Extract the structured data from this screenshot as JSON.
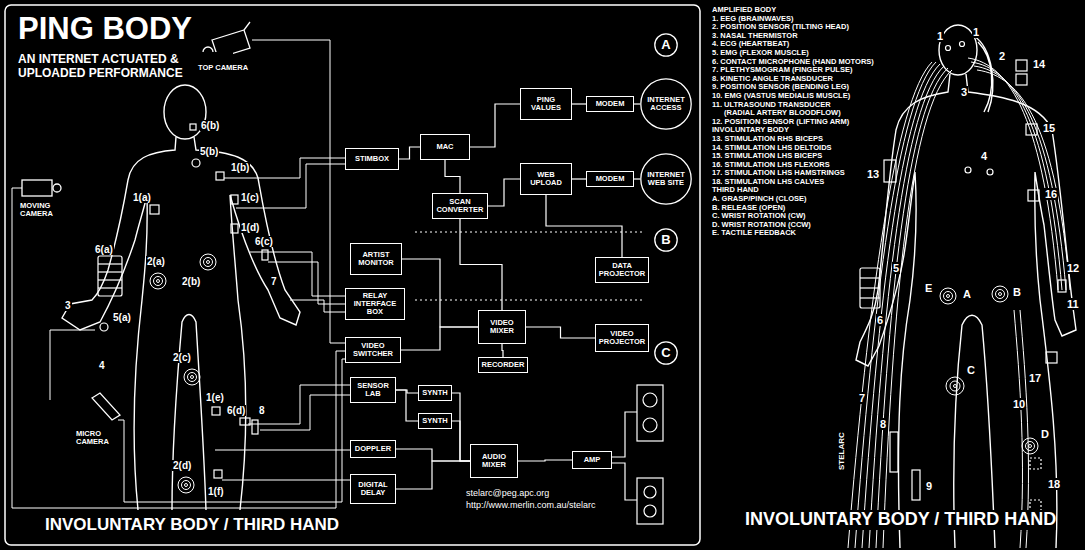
{
  "diagram": {
    "title": "PING BODY",
    "nodes": [
      {
        "text": [
          "A"
        ]
      },
      {
        "text": [
          "STIMBOX"
        ]
      },
      {
        "text": [
          "MAC"
        ]
      },
      {
        "text": [
          "PING VALUES"
        ]
      },
      {
        "text": [
          "MODEM"
        ]
      },
      {
        "text": [
          "INTERNET ACCESS"
        ]
      },
      {
        "text": [
          "SCAN CONVERTER"
        ]
      },
      {
        "text": [
          "WEB UPLOAD"
        ]
      },
      {
        "text": [
          "MODEM"
        ]
      },
      {
        "text": [
          "INTERNET WEB SITE"
        ]
      },
      {
        "text": [
          "B"
        ]
      },
      {
        "text": [
          "ARTIST MONITOR"
        ]
      },
      {
        "text": [
          "DATA PROJECTOR"
        ]
      },
      {
        "text": [
          "RELAY INTERFACE BOX"
        ]
      },
      {
        "text": [
          "VIDEO MIXER"
        ]
      },
      {
        "text": [
          "VIDEO SWITCHER"
        ]
      },
      {
        "text": [
          "RECORDER"
        ]
      },
      {
        "text": [
          "VIDEO PROJECTOR"
        ]
      },
      {
        "text": [
          "C"
        ]
      },
      {
        "text": [
          "SENSOR LAB"
        ]
      },
      {
        "text": [
          "SYNTH"
        ]
      },
      {
        "text": [
          "SYNTH"
        ]
      },
      {
        "text": [
          "DOPPLER"
        ]
      },
      {
        "text": [
          "AUDIO MIXER"
        ]
      },
      {
        "text": [
          "AMP"
        ]
      },
      {
        "text": [
          "DIGITAL DELAY"
        ]
      }
    ],
    "edges": [
      {
        "from": 1,
        "to": 2,
        "arrow": "none"
      },
      {
        "from": 2,
        "to": 3,
        "arrow": "none"
      },
      {
        "from": 3,
        "to": 4,
        "arrow": "none"
      },
      {
        "from": 4,
        "to": 5,
        "arrow": "none"
      },
      {
        "from": 2,
        "to": 6,
        "arrow": "none"
      },
      {
        "from": 6,
        "to": 7,
        "arrow": "none"
      },
      {
        "from": 7,
        "to": 8,
        "arrow": "none"
      },
      {
        "from": 8,
        "to": 9,
        "arrow": "none"
      },
      {
        "from": 6,
        "to": 14,
        "arrow": "none"
      },
      {
        "from": 7,
        "to": 12,
        "arrow": "none"
      },
      {
        "from": 14,
        "to": 11,
        "arrow": "none"
      },
      {
        "from": 15,
        "to": 14,
        "arrow": "none"
      },
      {
        "from": 14,
        "to": 16,
        "arrow": "none"
      },
      {
        "from": 14,
        "to": 17,
        "arrow": "none"
      },
      {
        "from": 19,
        "to": 20,
        "arrow": "none"
      },
      {
        "from": 19,
        "to": 21,
        "arrow": "none"
      },
      {
        "from": 20,
        "to": 23,
        "arrow": "none"
      },
      {
        "from": 21,
        "to": 23,
        "arrow": "none"
      },
      {
        "from": 22,
        "to": 23,
        "arrow": "none"
      },
      {
        "from": 25,
        "to": 23,
        "arrow": "none"
      },
      {
        "from": 23,
        "to": 24,
        "arrow": "none"
      }
    ],
    "labels": [
      "AN INTERNET ACTUATED & UPLOADED PERFORMANCE",
      "TOP CAMERA",
      "MOVING CAMERA",
      "MICRO CAMERA",
      "6(b)",
      "5(b)",
      "1(b)",
      "1(a)",
      "1(c)",
      "1(d)",
      "6(c)",
      "6(a)",
      "2(a)",
      "2(b)",
      "3",
      "5(a)",
      "7",
      "4",
      "2(c)",
      "1(e)",
      "6(d)",
      "8",
      "2(d)",
      "1(f)",
      "stelarc@peg.apc.org",
      "http://www.merlin.com.au/stelarc",
      "INVOLUNTARY BODY / THIRD HAND",
      "AMPLIFIED BODY",
      "1. EEG (BRAINWAVES)",
      "2. POSITION SENSOR (TILTING HEAD)",
      "3. NASAL THERMISTOR",
      "4. ECG (HEARTBEAT)",
      "5. EMG (FLEXOR MUSCLE)",
      "6. CONTACT MICROPHONE (HAND MOTORS)",
      "7. PLETHYSMOGRAM (FINGER PULSE)",
      "8. KINETIC ANGLE TRANSDUCER",
      "9. POSITION SENSOR (BENDING LEG)",
      "10. EMG (VASTUS MEDIALIS MUSCLE)",
      "11. ULTRASOUND TRANSDUCER (RADIAL ARTERY BLOODFLOW)",
      "12. POSITION SENSOR (LIFTING ARM)",
      "INVOLUNTARY BODY",
      "13. STIMULATION RHS BICEPS",
      "14. STIMULATION LHS DELTOIDS",
      "15. STIMULATION LHS BICEPS",
      "16. STIMULATION LHS FLEXORS",
      "17. STIMULATION LHS HAMSTRINGS",
      "18. STIMULATION LHS CALVES",
      "THIRD HAND",
      "A. GRASP/PINCH (CLOSE)",
      "B. RELEASE (OPEN)",
      "C. WRIST ROTATION (CW)",
      "D. WRIST ROTATION (CCW)",
      "E. TACTILE FEEDBACK",
      "1",
      "1",
      "2",
      "3",
      "14",
      "13",
      "4",
      "15",
      "16",
      "5",
      "E",
      "A",
      "B",
      "6",
      "12",
      "11",
      "7",
      "8",
      "C",
      "17",
      "10",
      "D",
      "9",
      "18",
      "STELARC",
      "INVOLUNTARY BODY / THIRD HAND"
    ]
  }
}
